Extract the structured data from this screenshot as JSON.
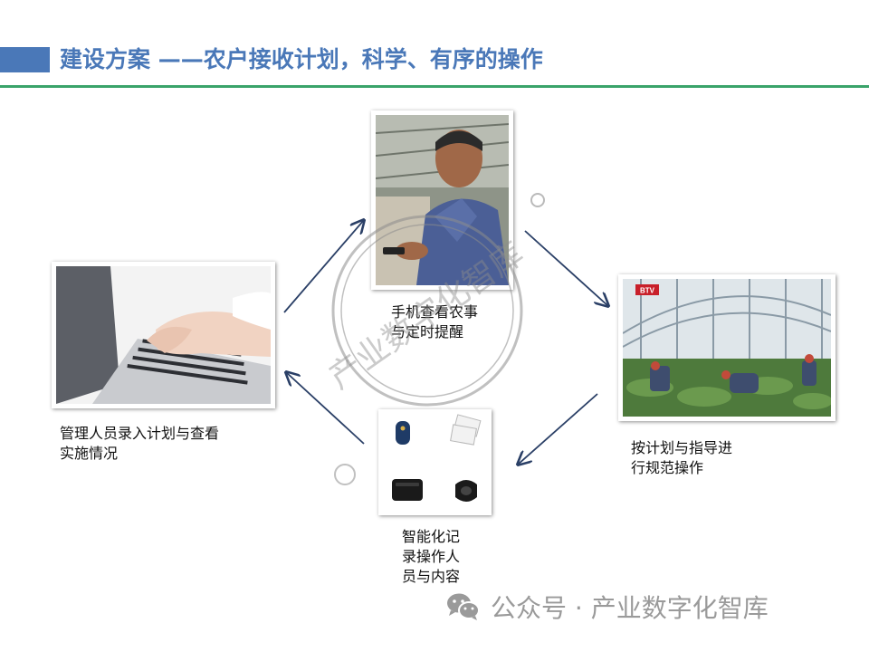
{
  "header": {
    "title": "建设方案 ——农户接收计划，科学、有序的操作",
    "accent_color": "#4a78b8",
    "rule_color": "#3aa36a"
  },
  "steps": [
    {
      "id": "top",
      "caption_lines": [
        "手机查看农事",
        "与定时提醒"
      ],
      "image": "farmer-using-phone"
    },
    {
      "id": "right",
      "caption_lines": [
        "按计划与指导进",
        "行规范操作"
      ],
      "image": "greenhouse-workers",
      "badge": "BTV"
    },
    {
      "id": "bottom",
      "caption_lines": [
        "智能化记",
        "录操作人",
        "员与内容"
      ],
      "image": "smart-devices"
    },
    {
      "id": "left",
      "caption_lines": [
        "管理人员录入计划与查看",
        "实施情况"
      ],
      "image": "laptop-typing"
    }
  ],
  "arrow_color": "#2a3f66",
  "watermark": {
    "stamp_text": "产业数字化智库",
    "footer_text": "公众号 · 产业数字化智库",
    "icon": "wechat-icon"
  }
}
